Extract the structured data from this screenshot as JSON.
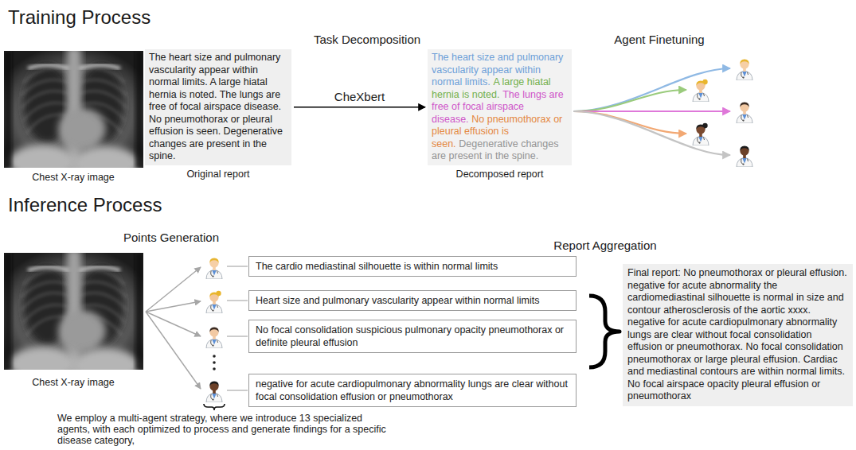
{
  "diagram": {
    "nodes": [
      {
        "text": [
          "The heart size and pulmonary vascularity appear within normal limits. A large hiatal hernia is noted. The lungs are free of focal airspace disease. No pneumothorax or pleural effusion is seen. Degenerative changes are present in the spine."
        ]
      },
      {
        "text": [
          "The heart size and pulmonary vascularity appear within normal limits.",
          "A large hiatal hernia is noted.",
          "The lungs are free of focal airspace disease.",
          "No pneumothorax or pleural effusion is seen.",
          "Degenerative changes are present in the spine."
        ]
      },
      {
        "text": [
          "The cardio mediastinal silhouette is within normal limits"
        ]
      },
      {
        "text": [
          "Heart size and pulmonary vascularity appear within normal limits"
        ]
      },
      {
        "text": [
          "No focal consolidation suspicious pulmonary opacity pneumothorax or definite pleural effusion"
        ]
      },
      {
        "text": [
          "negative for acute cardiopulmonary abnormality lungs are clear without focal consolidation effusion or pneumothorax"
        ]
      },
      {
        "text": [
          "Final report: No pneumothorax or pleural effusion. negative for acute abnormality the cardiomediastinal silhouette is normal in size and contour atherosclerosis of the aortic xxxx. negative for acute cardiopulmonary abnormality lungs are clear without focal consolidation effusion or pneumothorax. No focal consolidation pneumothorax or large pleural effusion. Cardiac and mediastinal contours are within normal limits. No focal airspace opacity pleural effusion or pneumothorax"
        ]
      }
    ],
    "edges": [
      {
        "from": 0,
        "to": 1,
        "label": "CheXbert",
        "arrow": "to"
      }
    ],
    "labels": [
      "Training Process",
      "Task Decomposition",
      "Agent Finetuning",
      "Chest X-ray image",
      "Original report",
      "Decomposed report",
      "Inference Process",
      "Points Generation",
      "Report Aggregation",
      "Chest X-ray image",
      "We employ a multi-agent strategy, where we introduce 13 specialized agents, with each optimized to process and generate findings for a specific disease category,"
    ]
  }
}
